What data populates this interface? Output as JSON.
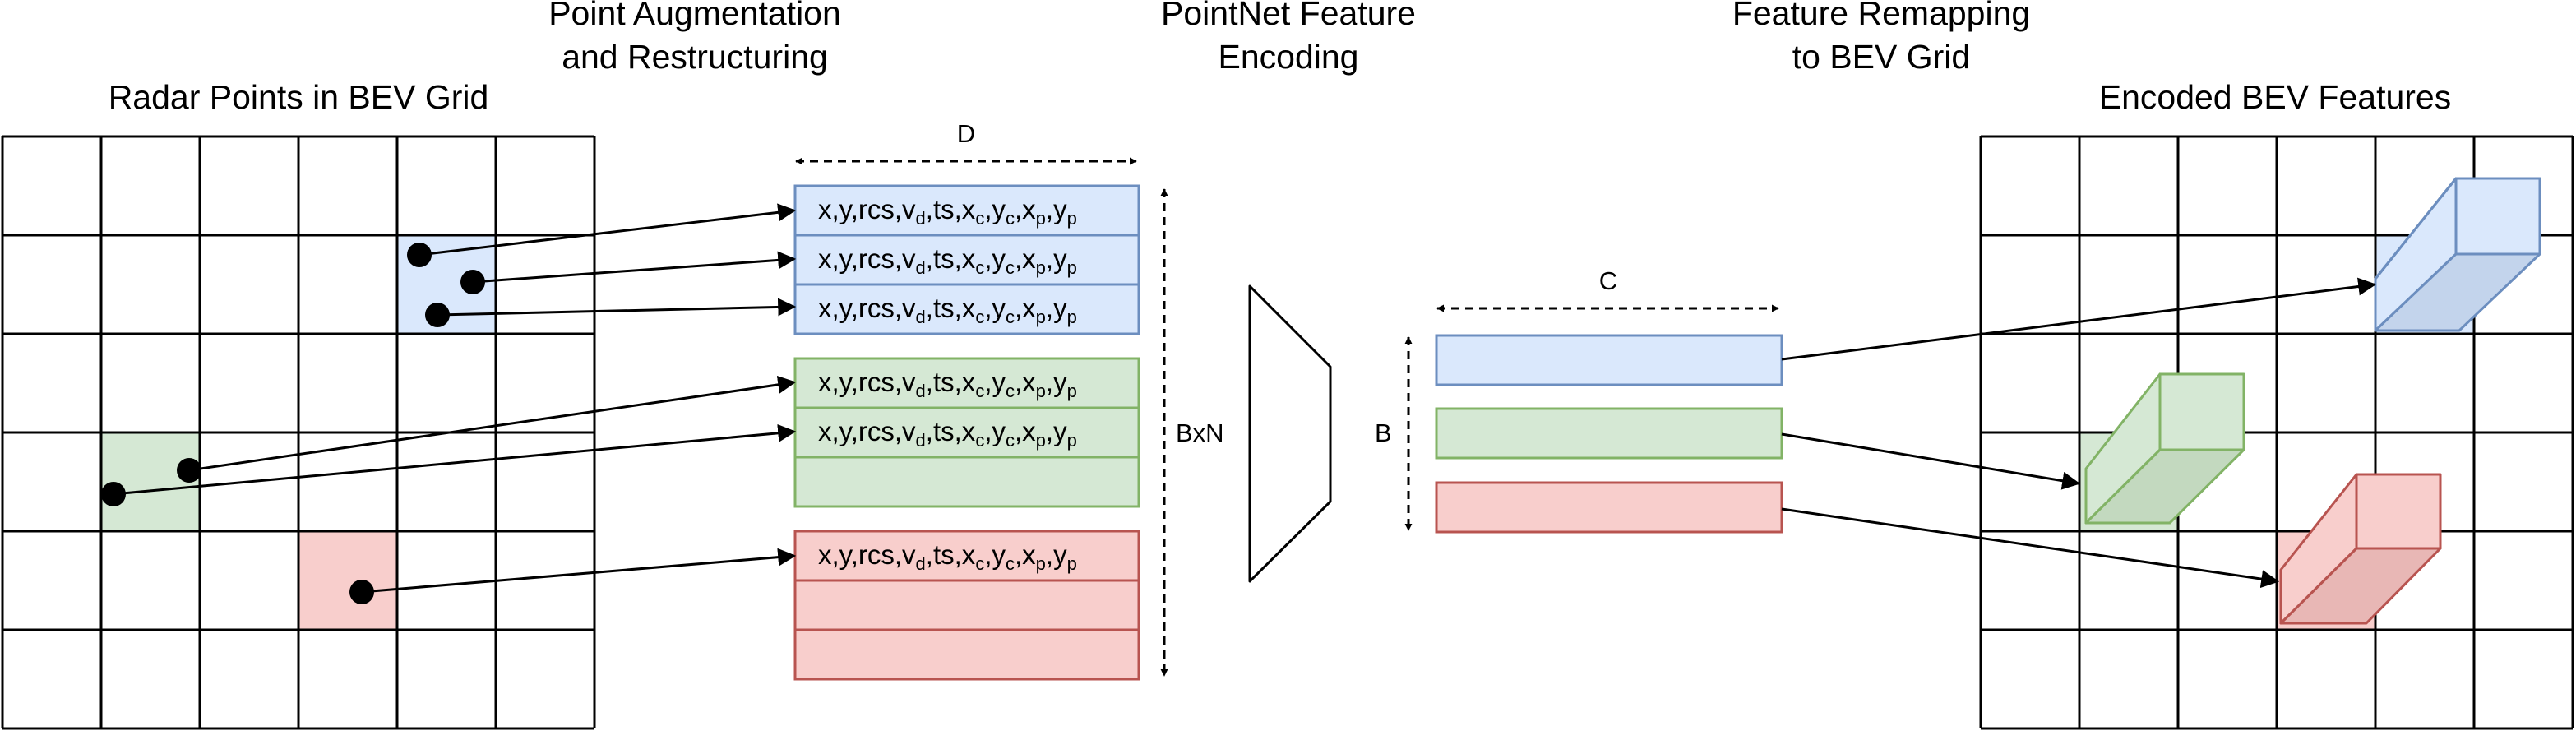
{
  "headings": {
    "radar_points": "Radar Points in BEV Grid",
    "augmentation_line1": "Point Augmentation",
    "augmentation_line2": "and Restructuring",
    "pointnet_line1": "PointNet Feature",
    "pointnet_line2": "Encoding",
    "remapping_line1": "Feature Remapping",
    "remapping_line2": "to BEV Grid",
    "encoded": "Encoded BEV Features"
  },
  "dimensions": {
    "d_label": "D",
    "bxn_label": "BxN",
    "c_label": "C",
    "b_label": "B"
  },
  "feature_row": [
    {
      "t": "x,y,rcs,v"
    },
    {
      "t": "d",
      "sub": true
    },
    {
      "t": ",ts,x"
    },
    {
      "t": "c",
      "sub": true
    },
    {
      "t": ",y"
    },
    {
      "t": "c",
      "sub": true
    },
    {
      "t": ",x"
    },
    {
      "t": "p",
      "sub": true
    },
    {
      "t": ",y"
    },
    {
      "t": "p",
      "sub": true
    }
  ],
  "colors": {
    "blue_fill": "#dae8fc",
    "blue_stroke": "#6c8ebf",
    "green_fill": "#d5e8d4",
    "green_stroke": "#82b366",
    "red_fill": "#f8cecc",
    "red_stroke": "#b85450",
    "line": "#000000"
  }
}
